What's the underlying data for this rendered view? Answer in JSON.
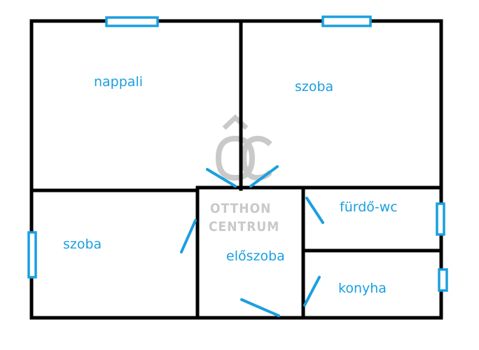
{
  "colors": {
    "accent": "#1a9fe0",
    "wall": "#000000",
    "watermark": "#c9c9c9"
  },
  "logo": {
    "line1": "OTTHON",
    "line2": "CENTRUM"
  },
  "rooms": {
    "nappali": "nappali",
    "szoba_top": "szoba",
    "szoba_left": "szoba",
    "furdo": "fürdő-wc",
    "eloszoba": "előszoba",
    "konyha": "konyha"
  }
}
